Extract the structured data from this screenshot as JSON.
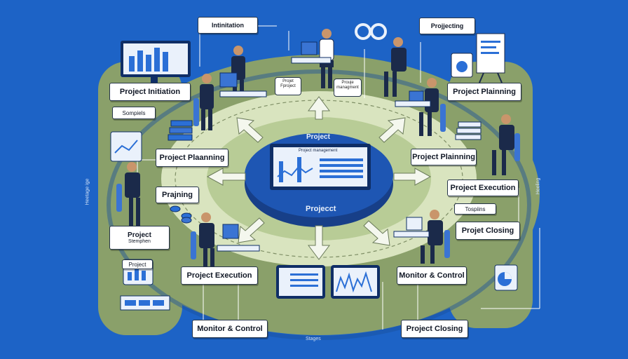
{
  "center": {
    "title": "Project",
    "subtitle": "Projecct",
    "screen_title": "Project management"
  },
  "labels": {
    "initiation_top": "Intinitation",
    "projecting_top": "Projjecting",
    "project_initiation": "Project Initiation",
    "project_planning_right_top": "Project Plainning",
    "project_planning_left": "Project Plaanning",
    "project_planning_right_mid": "Project Plainning",
    "project_execution_right": "Project Execution",
    "planning_left": "Prajning",
    "project_stemphen_title": "Project",
    "project_stemphen_sub": "Stemphen",
    "projet_closing": "Projet Closing",
    "project_execution_bottom_left": "Project Execution",
    "monitor_control_bottom_right": "Monitor & Control",
    "monitor_control_bottom": "Monitor & Control",
    "project_closing_bottom": "Project Closing",
    "stages": "Stages",
    "sompiels": "Sompiels",
    "tospines": "Tospiins",
    "project_small": "Project"
  },
  "bubbles": {
    "left": "Projet Fproject",
    "right": "Prouje managment"
  },
  "side_text": {
    "left": "Heetage ige",
    "right": "Heeling"
  },
  "colors": {
    "background": "#1d63c6",
    "platform": "#8aa06a",
    "inner_ring": "#d9e4bf",
    "center_disc": "#1e56b3",
    "accent": "#3a74d3"
  }
}
